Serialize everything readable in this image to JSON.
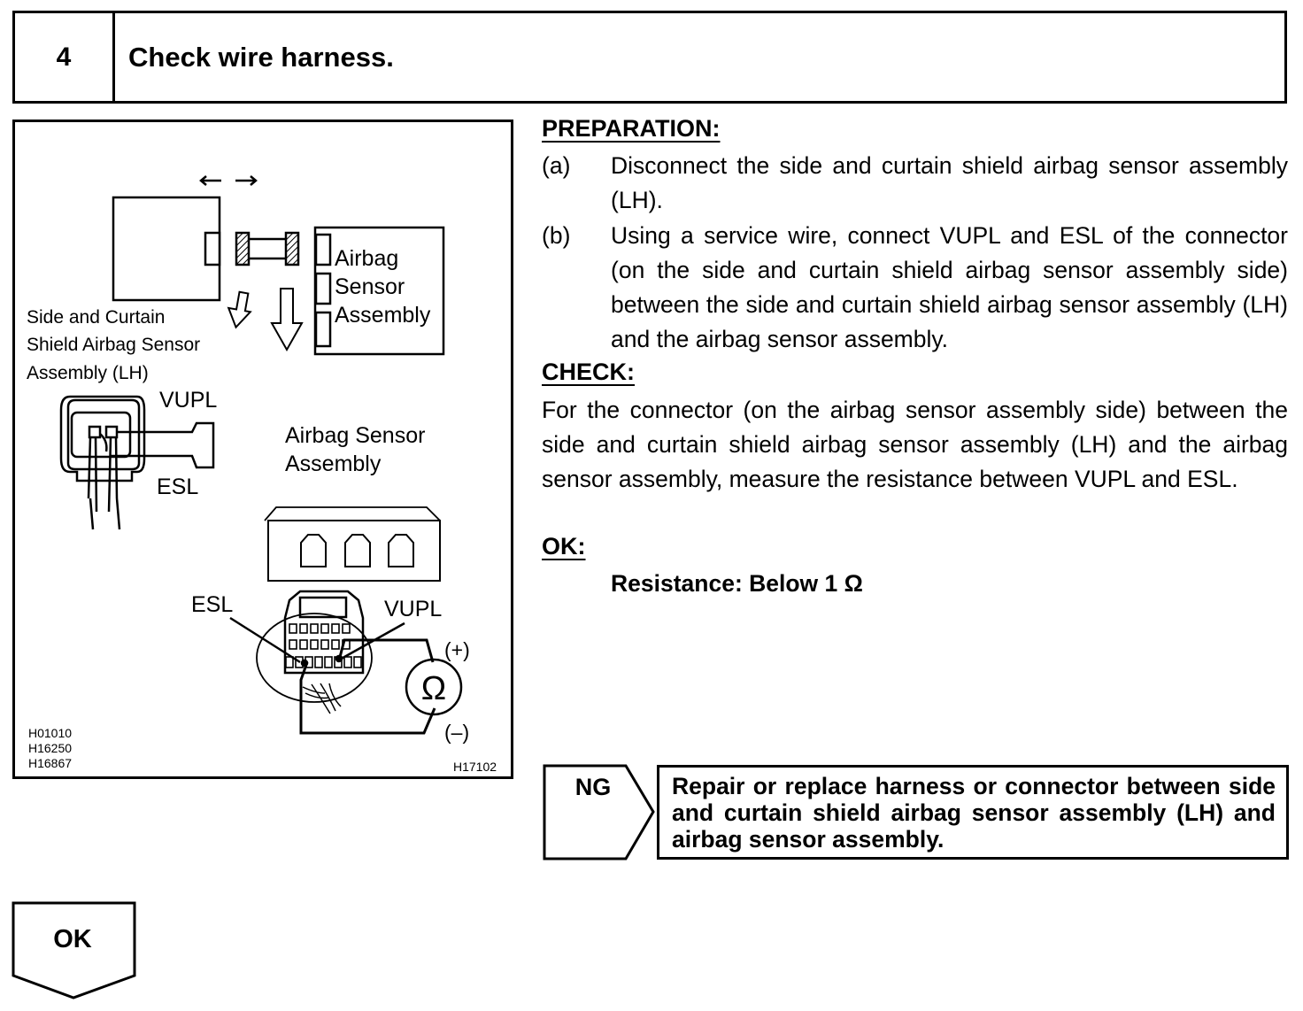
{
  "header": {
    "step_number": "4",
    "title": "Check wire harness."
  },
  "figure": {
    "label_sensor_lh": [
      "Side and Curtain",
      "Shield Airbag Sensor",
      "Assembly (LH)"
    ],
    "label_airbag_box": [
      "Airbag",
      "Sensor",
      "Assembly"
    ],
    "label_airbag_sensor_assy": [
      "Airbag Sensor",
      "Assembly"
    ],
    "pin_vupl": "VUPL",
    "pin_esl": "ESL",
    "ohm_symbol": "Ω",
    "plus": "(+)",
    "minus": "(–)",
    "codes_left": [
      "H01010",
      "H16250",
      "H16867"
    ],
    "code_right": "H17102"
  },
  "preparation": {
    "heading": "PREPARATION:",
    "steps": [
      {
        "label": "(a)",
        "text": "Disconnect the side and curtain shield airbag sensor assembly (LH)."
      },
      {
        "label": "(b)",
        "text": "Using a service wire, connect VUPL and ESL of the connector (on the side and curtain shield airbag sensor assembly side) between the side and curtain shield airbag sensor assembly (LH) and the airbag sensor assembly."
      }
    ]
  },
  "check": {
    "heading": "CHECK:",
    "text": "For the connector (on the airbag sensor assembly side) between the side and curtain shield airbag sensor assembly (LH) and the airbag sensor assembly, measure the resistance between VUPL and ESL."
  },
  "ok": {
    "heading": "OK:",
    "spec": "Resistance: Below 1 Ω"
  },
  "ng": {
    "label": "NG",
    "text": "Repair or replace harness or connector between side and curtain shield airbag sensor assembly (LH) and airbag sensor assembly."
  },
  "ok_next": {
    "label": "OK"
  }
}
